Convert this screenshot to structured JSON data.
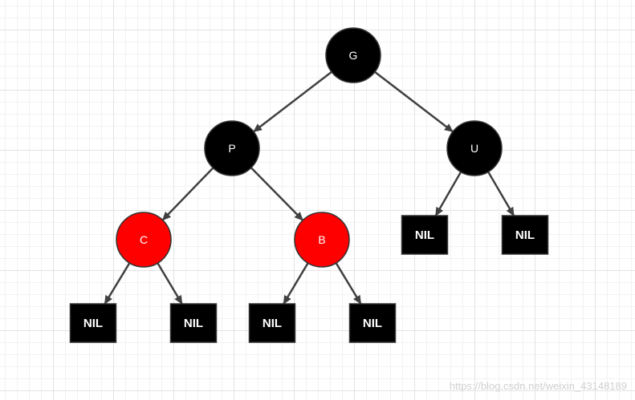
{
  "diagram": {
    "colors": {
      "black_node": "#000000",
      "red_node": "#ff0000",
      "node_stroke": "#333333",
      "edge": "#404040",
      "label": "#ffffff"
    },
    "nodes": [
      {
        "id": "G",
        "label": "G",
        "kind": "circle",
        "color": "black"
      },
      {
        "id": "P",
        "label": "P",
        "kind": "circle",
        "color": "black"
      },
      {
        "id": "U",
        "label": "U",
        "kind": "circle",
        "color": "black"
      },
      {
        "id": "C",
        "label": "C",
        "kind": "circle",
        "color": "red"
      },
      {
        "id": "B",
        "label": "B",
        "kind": "circle",
        "color": "red"
      },
      {
        "id": "nil-c-left",
        "label": "NIL",
        "kind": "leaf",
        "color": "black"
      },
      {
        "id": "nil-c-right",
        "label": "NIL",
        "kind": "leaf",
        "color": "black"
      },
      {
        "id": "nil-b-left",
        "label": "NIL",
        "kind": "leaf",
        "color": "black"
      },
      {
        "id": "nil-b-right",
        "label": "NIL",
        "kind": "leaf",
        "color": "black"
      },
      {
        "id": "nil-u-left",
        "label": "NIL",
        "kind": "leaf",
        "color": "black"
      },
      {
        "id": "nil-u-right",
        "label": "NIL",
        "kind": "leaf",
        "color": "black"
      }
    ],
    "edges": [
      {
        "from": "G",
        "to": "P"
      },
      {
        "from": "G",
        "to": "U"
      },
      {
        "from": "P",
        "to": "C"
      },
      {
        "from": "P",
        "to": "B"
      },
      {
        "from": "C",
        "to": "nil-c-left"
      },
      {
        "from": "C",
        "to": "nil-c-right"
      },
      {
        "from": "B",
        "to": "nil-b-left"
      },
      {
        "from": "B",
        "to": "nil-b-right"
      },
      {
        "from": "U",
        "to": "nil-u-left"
      },
      {
        "from": "U",
        "to": "nil-u-right"
      }
    ]
  },
  "watermark": "https://blog.csdn.net/weixin_43148189"
}
